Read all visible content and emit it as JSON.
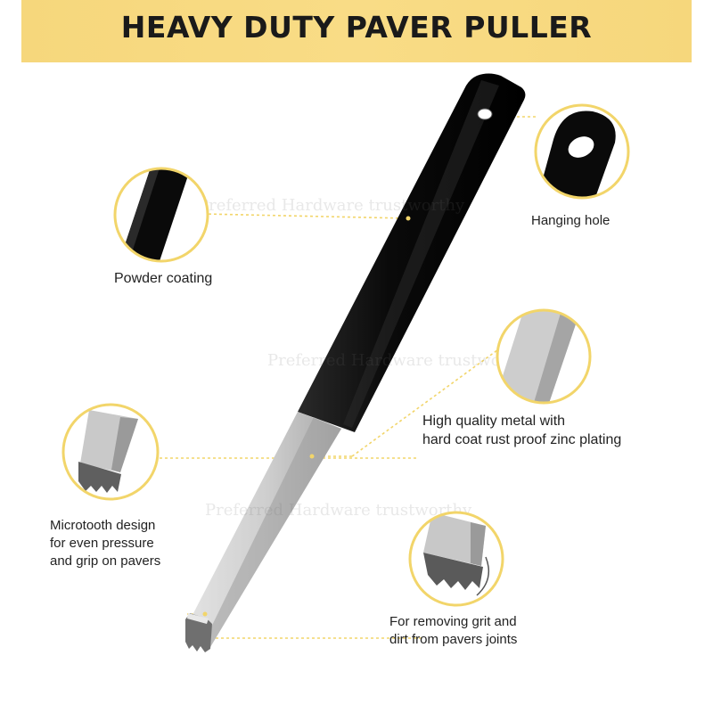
{
  "header": {
    "title": "HEAVY DUTY PAVER PULLER",
    "color": "#f8d97f"
  },
  "callouts": {
    "powder_coating": "Powder coating",
    "hanging_hole": "Hanging hole",
    "metal_line1": "High quality metal with",
    "metal_line2": "hard coat rust proof zinc plating",
    "microtooth_line1": "Microtooth design",
    "microtooth_line2": "for even pressure",
    "microtooth_line3": "and grip on pavers",
    "grit_line1": "For removing grit and",
    "grit_line2": "dirt from pavers joints"
  },
  "colors": {
    "accent": "#f2d56a",
    "handle": "#0b0b0b",
    "metal": "#c9c9c9"
  }
}
